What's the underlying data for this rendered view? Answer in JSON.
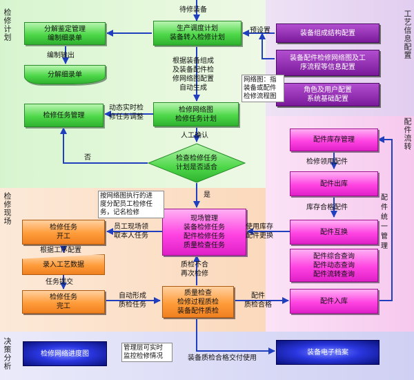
{
  "zones": {
    "plan": "检修计划",
    "craft": "工艺信息配置",
    "parts": "配件流转",
    "site": "检修现场",
    "decision": "决策分析"
  },
  "nodes": {
    "input": "待修装备",
    "production_plan": "生产调度计划\n装备转入检修计划",
    "decompose": "分解鉴定管理\n编制细录单",
    "detail_list": "分解细录单",
    "task_mgmt": "检修任务管理",
    "network_plan": "检修网络图\n检修任务计划",
    "decision": "检查检修任务\n计划是否适合",
    "equip_struct": "装备组成结构配置",
    "parts_network": "装备配件检修网络图及工\n序流程等信息配置",
    "role_config": "角色及用户配置\n系统基础配置",
    "parts_stock": "配件库存管理",
    "parts_out": "配件出库",
    "parts_swap": "配件互换",
    "parts_query": "配件综合查询\n配件动态查询\n配件流转查询",
    "parts_in": "配件入库",
    "site_mgmt": "现场管理\n装备检修任务\n配件检修任务\n质量检查任务",
    "task_start": "检修任务\n开工",
    "record_data": "录入工艺数据",
    "task_done": "检修任务\n完工",
    "quality": "质量检查\n检修过程质检\n装备配件质检",
    "network_progress": "检修网络进度图",
    "archive": "装备电子档案"
  },
  "labels": {
    "preset": "预设置",
    "compile_output": "编制输出",
    "auto_gen": "根据装备组成\n及装备配件检\n修网络图配置\n自动生成",
    "dynamic_adjust": "动态实时检\n修任务调整",
    "confirm": "人工确认",
    "no": "否",
    "yes": "是",
    "collect_parts": "检修领用配件",
    "stock_swap": "库存合格配件",
    "parts_mgmt": "配件统一管理",
    "use_stock": "使用库存\n配件更换",
    "staff_claim": "员工现场领\n取本人任务",
    "by_process": "根据工序配置",
    "task_submit": "任务提交",
    "auto_form": "自动形成\n质检任务",
    "qc_fail": "质检不合\n再次检修",
    "parts_pass": "配件\n质检合格",
    "deliver": "装备质检合格交付使用"
  },
  "notes": {
    "network_note": "网络图：指\n装备或配件\n检修流程图",
    "site_note": "按网络图执行的进\n度分配员工检修任\n务，记名检修",
    "mgmt_note": "管理层可实时\n监控检修情况"
  }
}
